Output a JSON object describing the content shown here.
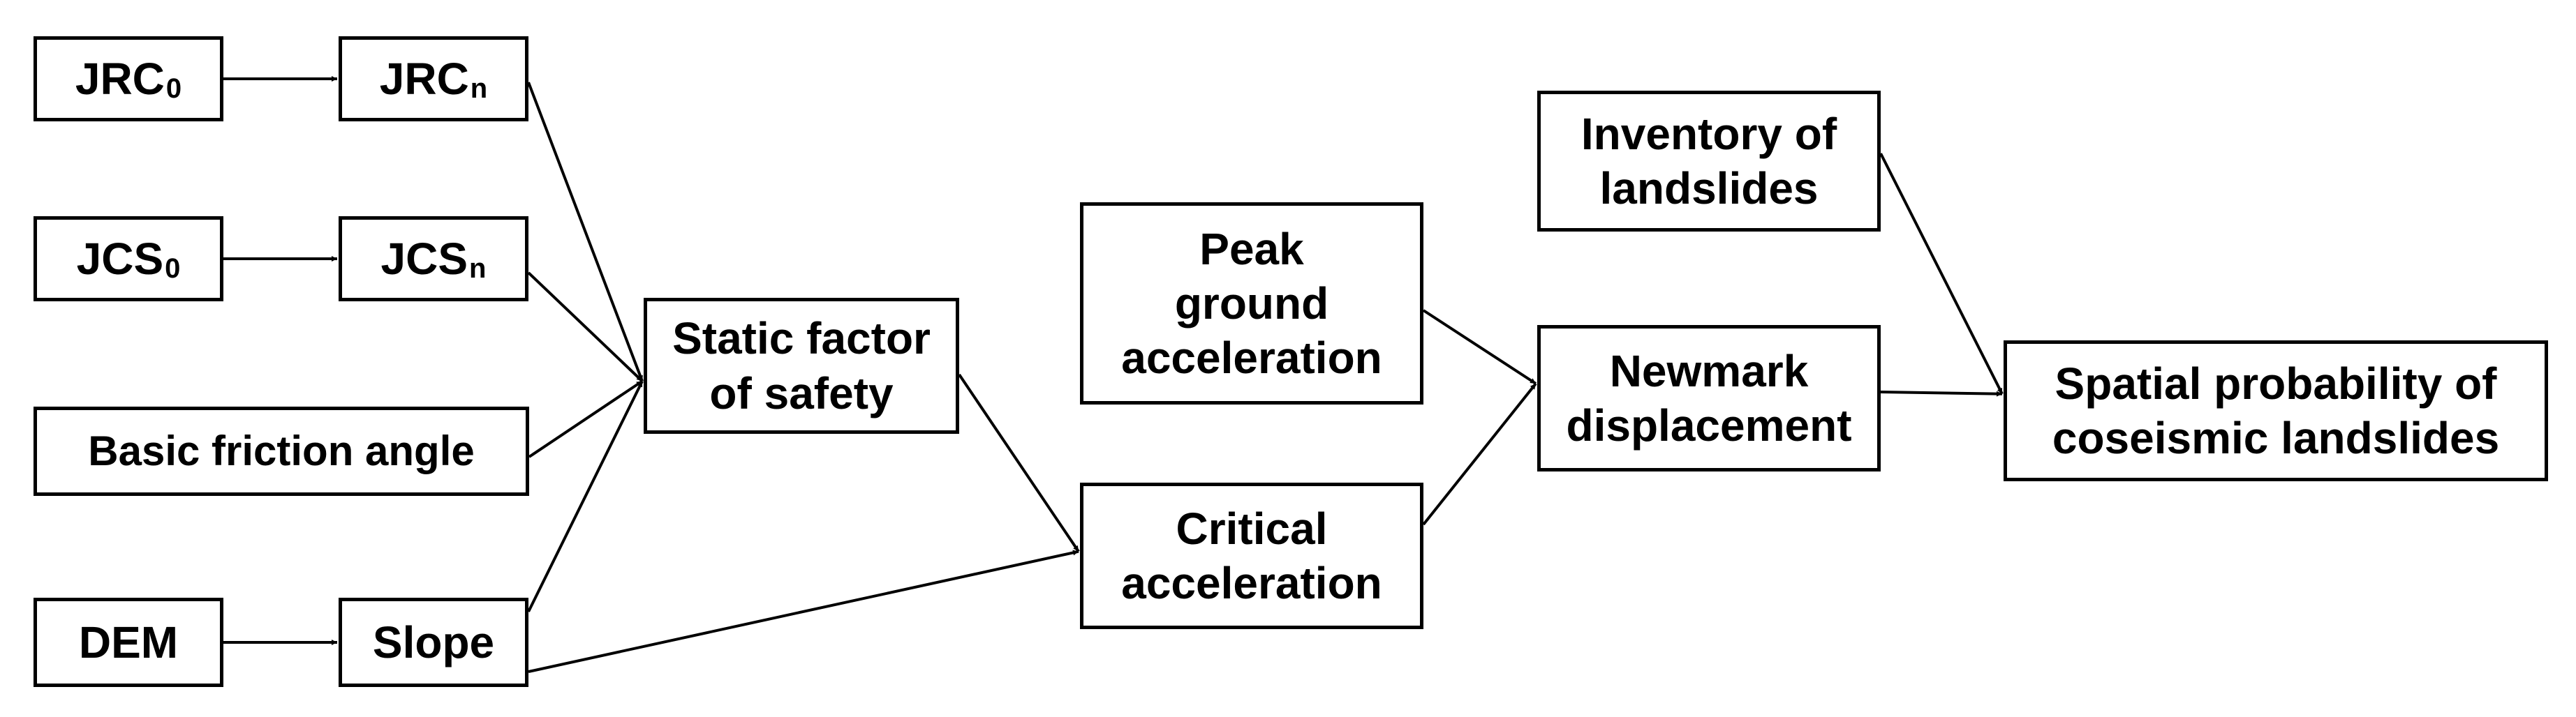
{
  "nodes": {
    "jrc0": {
      "base": "JRC",
      "sub": "0"
    },
    "jrcn": {
      "base": "JRC",
      "sub": "n"
    },
    "jcs0": {
      "base": "JCS",
      "sub": "0"
    },
    "jcsn": {
      "base": "JCS",
      "sub": "n"
    },
    "friction": {
      "label": "Basic friction angle"
    },
    "dem": {
      "label": "DEM"
    },
    "slope": {
      "label": "Slope"
    },
    "static_fs": {
      "label": "Static factor\nof safety"
    },
    "pga": {
      "label": "Peak\nground\nacceleration"
    },
    "critical": {
      "label": "Critical\nacceleration"
    },
    "newmark": {
      "label": "Newmark\ndisplacement"
    },
    "inventory": {
      "label": "Inventory of\nlandslides"
    },
    "spatial": {
      "label": "Spatial probability of\ncoseismic landslides"
    }
  },
  "edges": [
    [
      "jrc0",
      "jrcn"
    ],
    [
      "jcs0",
      "jcsn"
    ],
    [
      "dem",
      "slope"
    ],
    [
      "jrcn",
      "static_fs"
    ],
    [
      "jcsn",
      "static_fs"
    ],
    [
      "friction",
      "static_fs"
    ],
    [
      "slope",
      "static_fs"
    ],
    [
      "static_fs",
      "critical"
    ],
    [
      "slope",
      "critical"
    ],
    [
      "pga",
      "newmark"
    ],
    [
      "critical",
      "newmark"
    ],
    [
      "newmark",
      "spatial"
    ],
    [
      "inventory",
      "spatial"
    ]
  ],
  "colors": {
    "stroke": "#000000",
    "background": "#ffffff"
  }
}
